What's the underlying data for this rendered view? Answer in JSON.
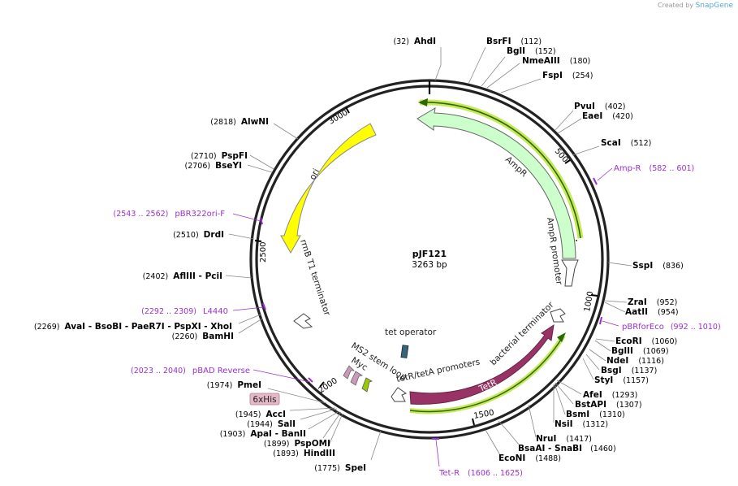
{
  "plasmid": {
    "name": "pJF121",
    "length_label": "3263 bp"
  },
  "credit": {
    "prefix": "Created by",
    "brand": "SnapGene"
  },
  "ticks": [
    "500",
    "1000",
    "1500",
    "2000",
    "2500",
    "3000"
  ],
  "sites": [
    {
      "pos": "(32)",
      "name": "AhdI"
    },
    {
      "pos": "(112)",
      "name": "BsrFI"
    },
    {
      "pos": "(152)",
      "name": "BglI"
    },
    {
      "pos": "(180)",
      "name": "NmeAIII"
    },
    {
      "pos": "(254)",
      "name": "FspI"
    },
    {
      "pos": "(402)",
      "name": "PvuI"
    },
    {
      "pos": "(420)",
      "name": "EaeI"
    },
    {
      "pos": "(512)",
      "name": "ScaI"
    },
    {
      "pos": "(836)",
      "name": "SspI"
    },
    {
      "pos": "(952)",
      "name": "ZraI"
    },
    {
      "pos": "(954)",
      "name": "AatII"
    },
    {
      "pos": "(1060)",
      "name": "EcoRI"
    },
    {
      "pos": "(1069)",
      "name": "BglII"
    },
    {
      "pos": "(1116)",
      "name": "NdeI"
    },
    {
      "pos": "(1137)",
      "name": "BsgI"
    },
    {
      "pos": "(1157)",
      "name": "StyI"
    },
    {
      "pos": "(1293)",
      "name": "AfeI"
    },
    {
      "pos": "(1307)",
      "name": "BstAPI"
    },
    {
      "pos": "(1310)",
      "name": "BsmI"
    },
    {
      "pos": "(1312)",
      "name": "NsiI"
    },
    {
      "pos": "(1417)",
      "name": "NruI"
    },
    {
      "pos": "(1460)",
      "name": "BsaAI - SnaBI"
    },
    {
      "pos": "(1488)",
      "name": "EcoNI"
    },
    {
      "pos": "(1775)",
      "name": "SpeI"
    },
    {
      "pos": "(1893)",
      "name": "HindIII"
    },
    {
      "pos": "(1899)",
      "name": "PspOMI"
    },
    {
      "pos": "(1903)",
      "name": "ApaI - BanII"
    },
    {
      "pos": "(1944)",
      "name": "SalI"
    },
    {
      "pos": "(1945)",
      "name": "AccI"
    },
    {
      "pos": "(1974)",
      "name": "PmeI"
    },
    {
      "pos": "(2260)",
      "name": "BamHI"
    },
    {
      "pos": "(2269)",
      "name": "AvaI - BsoBI - PaeR7I - PspXI - XhoI"
    },
    {
      "pos": "(2402)",
      "name": "AflIII - PciI"
    },
    {
      "pos": "(2510)",
      "name": "DrdI"
    },
    {
      "pos": "(2706)",
      "name": "BseYI"
    },
    {
      "pos": "(2710)",
      "name": "PspFI"
    },
    {
      "pos": "(2818)",
      "name": "AlwNI"
    }
  ],
  "primers": [
    {
      "name": "Amp-R",
      "range": "(582 .. 601)"
    },
    {
      "name": "pBRforEco",
      "range": "(992 .. 1010)"
    },
    {
      "name": "Tet-R",
      "range": "(1606 .. 1625)"
    },
    {
      "name": "pBAD Reverse",
      "range": "(2023 .. 2040)"
    },
    {
      "name": "L4440",
      "range": "(2292 .. 2309)"
    },
    {
      "name": "pBR322ori-F",
      "range": "(2543 .. 2562)"
    }
  ],
  "features": {
    "ampr": "AmpR",
    "ampr_promoter": "AmpR promoter",
    "ori": "ori",
    "rrnb": "rrnB T1 terminator",
    "tet_operator": "tet operator",
    "ms2": "MS2 stem loop",
    "myc": "Myc",
    "tet_promoters": "tetR/tetA promoters",
    "tetr": "TetR",
    "bact_term": "bacterial terminator",
    "his": "6xHis"
  },
  "colors": {
    "ampr": "#ccffcc",
    "ori": "#ffff00",
    "tetr": "#993366",
    "primer": "#9b30d0",
    "highlight": "#c7e85a",
    "his_box": "#e5b8c8",
    "ms2": "#cc99bb",
    "myc": "#99cc00",
    "tet_operator": "#336677"
  }
}
